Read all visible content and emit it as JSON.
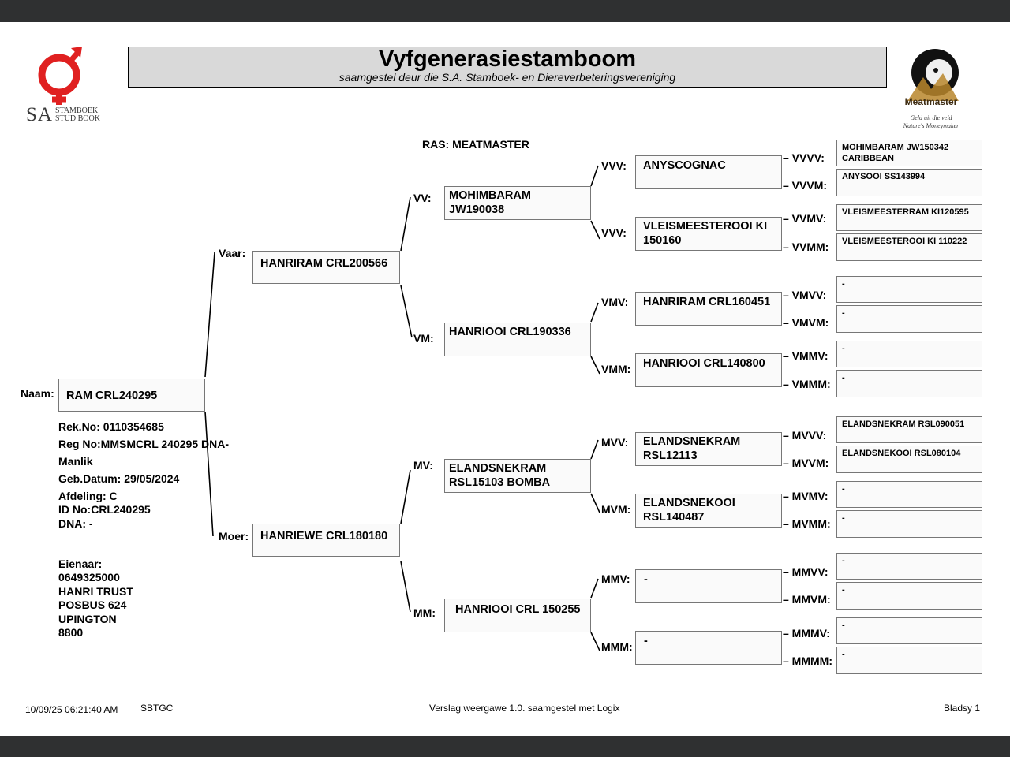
{
  "header": {
    "title": "Vyfgenerasiestamboom",
    "subtitle": "saamgestel deur die S.A. Stamboek- en Diereverbeteringsvereniging",
    "sa_logo": {
      "big": "SA",
      "line1": "STAMBOEK",
      "line2": "STUD BOOK",
      "color": "#e02020"
    },
    "meatmaster_logo": {
      "name": "Meatmaster",
      "line1": "Geld uit die veld",
      "line2": "Nature's Moneymaker"
    }
  },
  "breed": "RAS: MEATMASTER",
  "animal": {
    "label": "Naam:",
    "name": "RAM CRL240295",
    "rek_no": "Rek.No: 0110354685",
    "reg_no": "Reg No:MMSMCRL 240295 DNA-",
    "sex": "Manlik",
    "birth_date": "Geb.Datum: 29/05/2024",
    "division": "Afdeling: C",
    "id_no": "ID No:CRL240295",
    "dna": "DNA: -"
  },
  "owner": {
    "heading": "Eienaar:",
    "number": "0649325000",
    "name": "HANRI TRUST",
    "address1": "POSBUS 624",
    "address2": "UPINGTON",
    "postal_code": "8800"
  },
  "pedigree": {
    "V": {
      "label": "Vaar:",
      "name": "HANRIRAM CRL200566"
    },
    "M": {
      "label": "Moer:",
      "name": "HANRIEWE CRL180180"
    },
    "VV": {
      "label": "VV:",
      "name": "MOHIMBARAM JW190038"
    },
    "VM": {
      "label": "VM:",
      "name": "HANRIOOI CRL190336"
    },
    "MV": {
      "label": "MV:",
      "name": "ELANDSNEKRAM RSL15103 BOMBA"
    },
    "MM": {
      "label": "MM:",
      "name": "HANRIOOI CRL 150255"
    },
    "VVV": {
      "label": "VVV:",
      "name": "ANYSCOGNAC"
    },
    "VVM": {
      "label": "VVV:",
      "name": "VLEISMEESTEROOI KI 150160"
    },
    "VMV": {
      "label": "VMV:",
      "name": "HANRIRAM CRL160451"
    },
    "VMM": {
      "label": "VMM:",
      "name": "HANRIOOI CRL140800"
    },
    "MVV": {
      "label": "MVV:",
      "name": "ELANDSNEKRAM RSL12113"
    },
    "MVM": {
      "label": "MVM:",
      "name": "ELANDSNEKOOI RSL140487"
    },
    "MMV": {
      "label": "MMV:",
      "name": "-"
    },
    "MMM": {
      "label": "MMM:",
      "name": "-"
    },
    "VVVV": {
      "label": "– VVVV:",
      "name": "MOHIMBARAM JW150342 CARIBBEAN"
    },
    "VVVM": {
      "label": "– VVVM:",
      "name": "ANYSOOI SS143994"
    },
    "VVMV": {
      "label": "– VVMV:",
      "name": "VLEISMEESTERRAM KI120595"
    },
    "VVMM": {
      "label": "– VVMM:",
      "name": "VLEISMEESTEROOI KI 110222"
    },
    "VMVV": {
      "label": "– VMVV:",
      "name": "-"
    },
    "VMVM": {
      "label": "– VMVM:",
      "name": "-"
    },
    "VMMV": {
      "label": "– VMMV:",
      "name": "-"
    },
    "VMMM": {
      "label": "– VMMM:",
      "name": "-"
    },
    "MVVV": {
      "label": "– MVVV:",
      "name": "ELANDSNEKRAM RSL090051"
    },
    "MVVM": {
      "label": "– MVVM:",
      "name": "ELANDSNEKOOI RSL080104"
    },
    "MVMV": {
      "label": "– MVMV:",
      "name": "-"
    },
    "MVMM": {
      "label": "– MVMM:",
      "name": "-"
    },
    "MMVV": {
      "label": "– MMVV:",
      "name": "-"
    },
    "MMVM": {
      "label": "– MMVM:",
      "name": "-"
    },
    "MMMV": {
      "label": "– MMMV:",
      "name": "-"
    },
    "MMMM": {
      "label": "– MMMM:",
      "name": "-"
    }
  },
  "footer": {
    "timestamp": "10/09/25 06:21:40 AM",
    "code": "SBTGC",
    "version": "Verslag weergawe 1.0. saamgestel met Logix",
    "page": "Bladsy 1"
  }
}
